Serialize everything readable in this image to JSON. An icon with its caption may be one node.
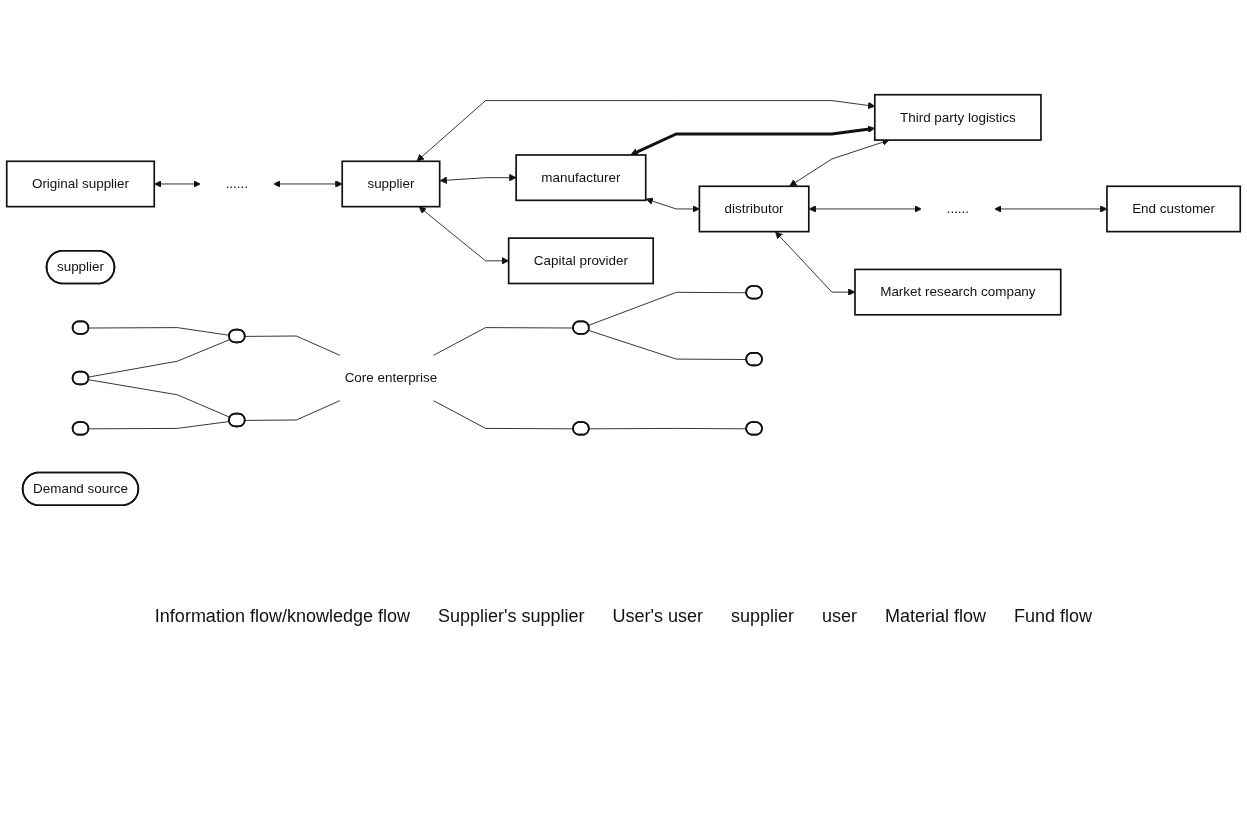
{
  "diagram": {
    "nodes": [
      {
        "text": [
          "Third party logistics"
        ]
      },
      {
        "text": [
          "Original supplier"
        ]
      },
      {
        "text": [
          "......"
        ]
      },
      {
        "text": [
          "supplier"
        ]
      },
      {
        "text": [
          "manufacturer"
        ]
      },
      {
        "text": [
          "distributor"
        ]
      },
      {
        "text": [
          "......"
        ]
      },
      {
        "text": [
          "End customer"
        ]
      },
      {
        "text": [
          "Capital provider"
        ]
      },
      {
        "text": [
          "Market research company"
        ]
      },
      {
        "text": [
          "supplier"
        ]
      },
      {
        "text": [],
        "shape": "ellipse"
      },
      {
        "text": [],
        "shape": "ellipse"
      },
      {
        "text": [],
        "shape": "ellipse"
      },
      {
        "text": [],
        "shape": "ellipse"
      },
      {
        "text": [],
        "shape": "ellipse"
      },
      {
        "text": [
          "Core enterprise"
        ]
      },
      {
        "text": [],
        "shape": "ellipse"
      },
      {
        "text": [],
        "shape": "ellipse"
      },
      {
        "text": [],
        "shape": "ellipse"
      },
      {
        "text": [],
        "shape": "ellipse"
      },
      {
        "text": [],
        "shape": "ellipse"
      },
      {
        "text": [
          "Demand source"
        ]
      }
    ],
    "edges": [
      {
        "from": 0,
        "to": 3,
        "arrow": "both"
      },
      {
        "from": 0,
        "to": 4,
        "arrow": "both",
        "style": "thick"
      },
      {
        "from": 0,
        "to": 5,
        "arrow": "both"
      },
      {
        "from": 1,
        "to": 2,
        "arrow": "both"
      },
      {
        "from": 2,
        "to": 3,
        "arrow": "both"
      },
      {
        "from": 3,
        "to": 4,
        "arrow": "both"
      },
      {
        "from": 4,
        "to": 5,
        "arrow": "both"
      },
      {
        "from": 5,
        "to": 6,
        "arrow": "both"
      },
      {
        "from": 6,
        "to": 7,
        "arrow": "both"
      },
      {
        "from": 3,
        "to": 8,
        "arrow": "both"
      },
      {
        "from": 5,
        "to": 9,
        "arrow": "both"
      },
      {
        "from": 11,
        "to": 14,
        "arrow": "none"
      },
      {
        "from": 12,
        "to": 14,
        "arrow": "none"
      },
      {
        "from": 12,
        "to": 15,
        "arrow": "none"
      },
      {
        "from": 13,
        "to": 15,
        "arrow": "none"
      },
      {
        "from": 14,
        "to": 16,
        "arrow": "none"
      },
      {
        "from": 15,
        "to": 16,
        "arrow": "none"
      },
      {
        "from": 16,
        "to": 17,
        "arrow": "none"
      },
      {
        "from": 16,
        "to": 18,
        "arrow": "none"
      },
      {
        "from": 17,
        "to": 19,
        "arrow": "none"
      },
      {
        "from": 17,
        "to": 20,
        "arrow": "none"
      },
      {
        "from": 18,
        "to": 21,
        "arrow": "none"
      }
    ],
    "labels": [
      "Information flow/knowledge flow",
      "Supplier's supplier",
      "User's user",
      "supplier",
      "user",
      "Material flow",
      "Fund flow"
    ]
  }
}
